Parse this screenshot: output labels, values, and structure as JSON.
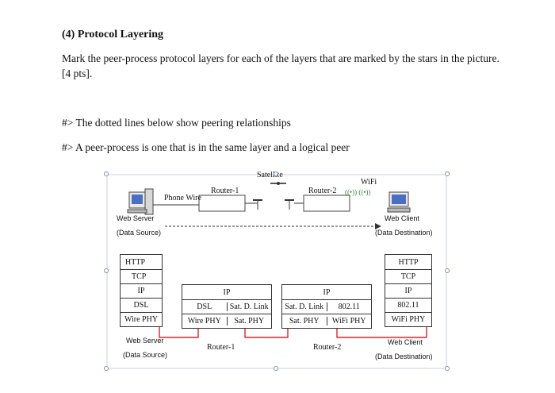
{
  "heading": "(4) Protocol Layering",
  "instructions": {
    "line1": "Mark the peer-process protocol layers for each of the layers that are marked by the stars in the picture.",
    "line2": "[4 pts]."
  },
  "notes": [
    "#> The dotted lines below show peering relationships",
    "#> A peer-process is one that is in the same layer and a logical peer"
  ],
  "figure": {
    "top": {
      "satellite": "Satellite",
      "wifi": "WiFi",
      "phone_wire": "Phone Wire",
      "router1": "Router-1",
      "router2": "Router-2",
      "web_server": "Web Server",
      "data_source": "(Data Source)",
      "web_client": "Web Client",
      "data_destination": "(Data Destination)"
    },
    "stacks": {
      "server": [
        "HTTP",
        "TCP",
        "IP",
        "DSL",
        "Wire PHY"
      ],
      "client": [
        "HTTP",
        "TCP",
        "IP",
        "802.11",
        "WiFi PHY"
      ],
      "router1": {
        "ip": "IP",
        "left": [
          "DSL",
          "Wire PHY"
        ],
        "right": [
          "Sat. D. Link",
          "Sat. PHY"
        ]
      },
      "router2": {
        "ip": "IP",
        "left": [
          "Sat. D. Link",
          "Sat. PHY"
        ],
        "right": [
          "802.11",
          "WiFi PHY"
        ]
      }
    },
    "bottom": {
      "web_server": "Web Server",
      "data_source": "(Data Source)",
      "router1": "Router-1",
      "router2": "Router-2",
      "web_client": "Web Client",
      "data_destination": "(Data Destination)"
    },
    "colors": {
      "path": "#d9262c",
      "star": "#3d7fd6",
      "handle": "#7a8fb5"
    }
  }
}
